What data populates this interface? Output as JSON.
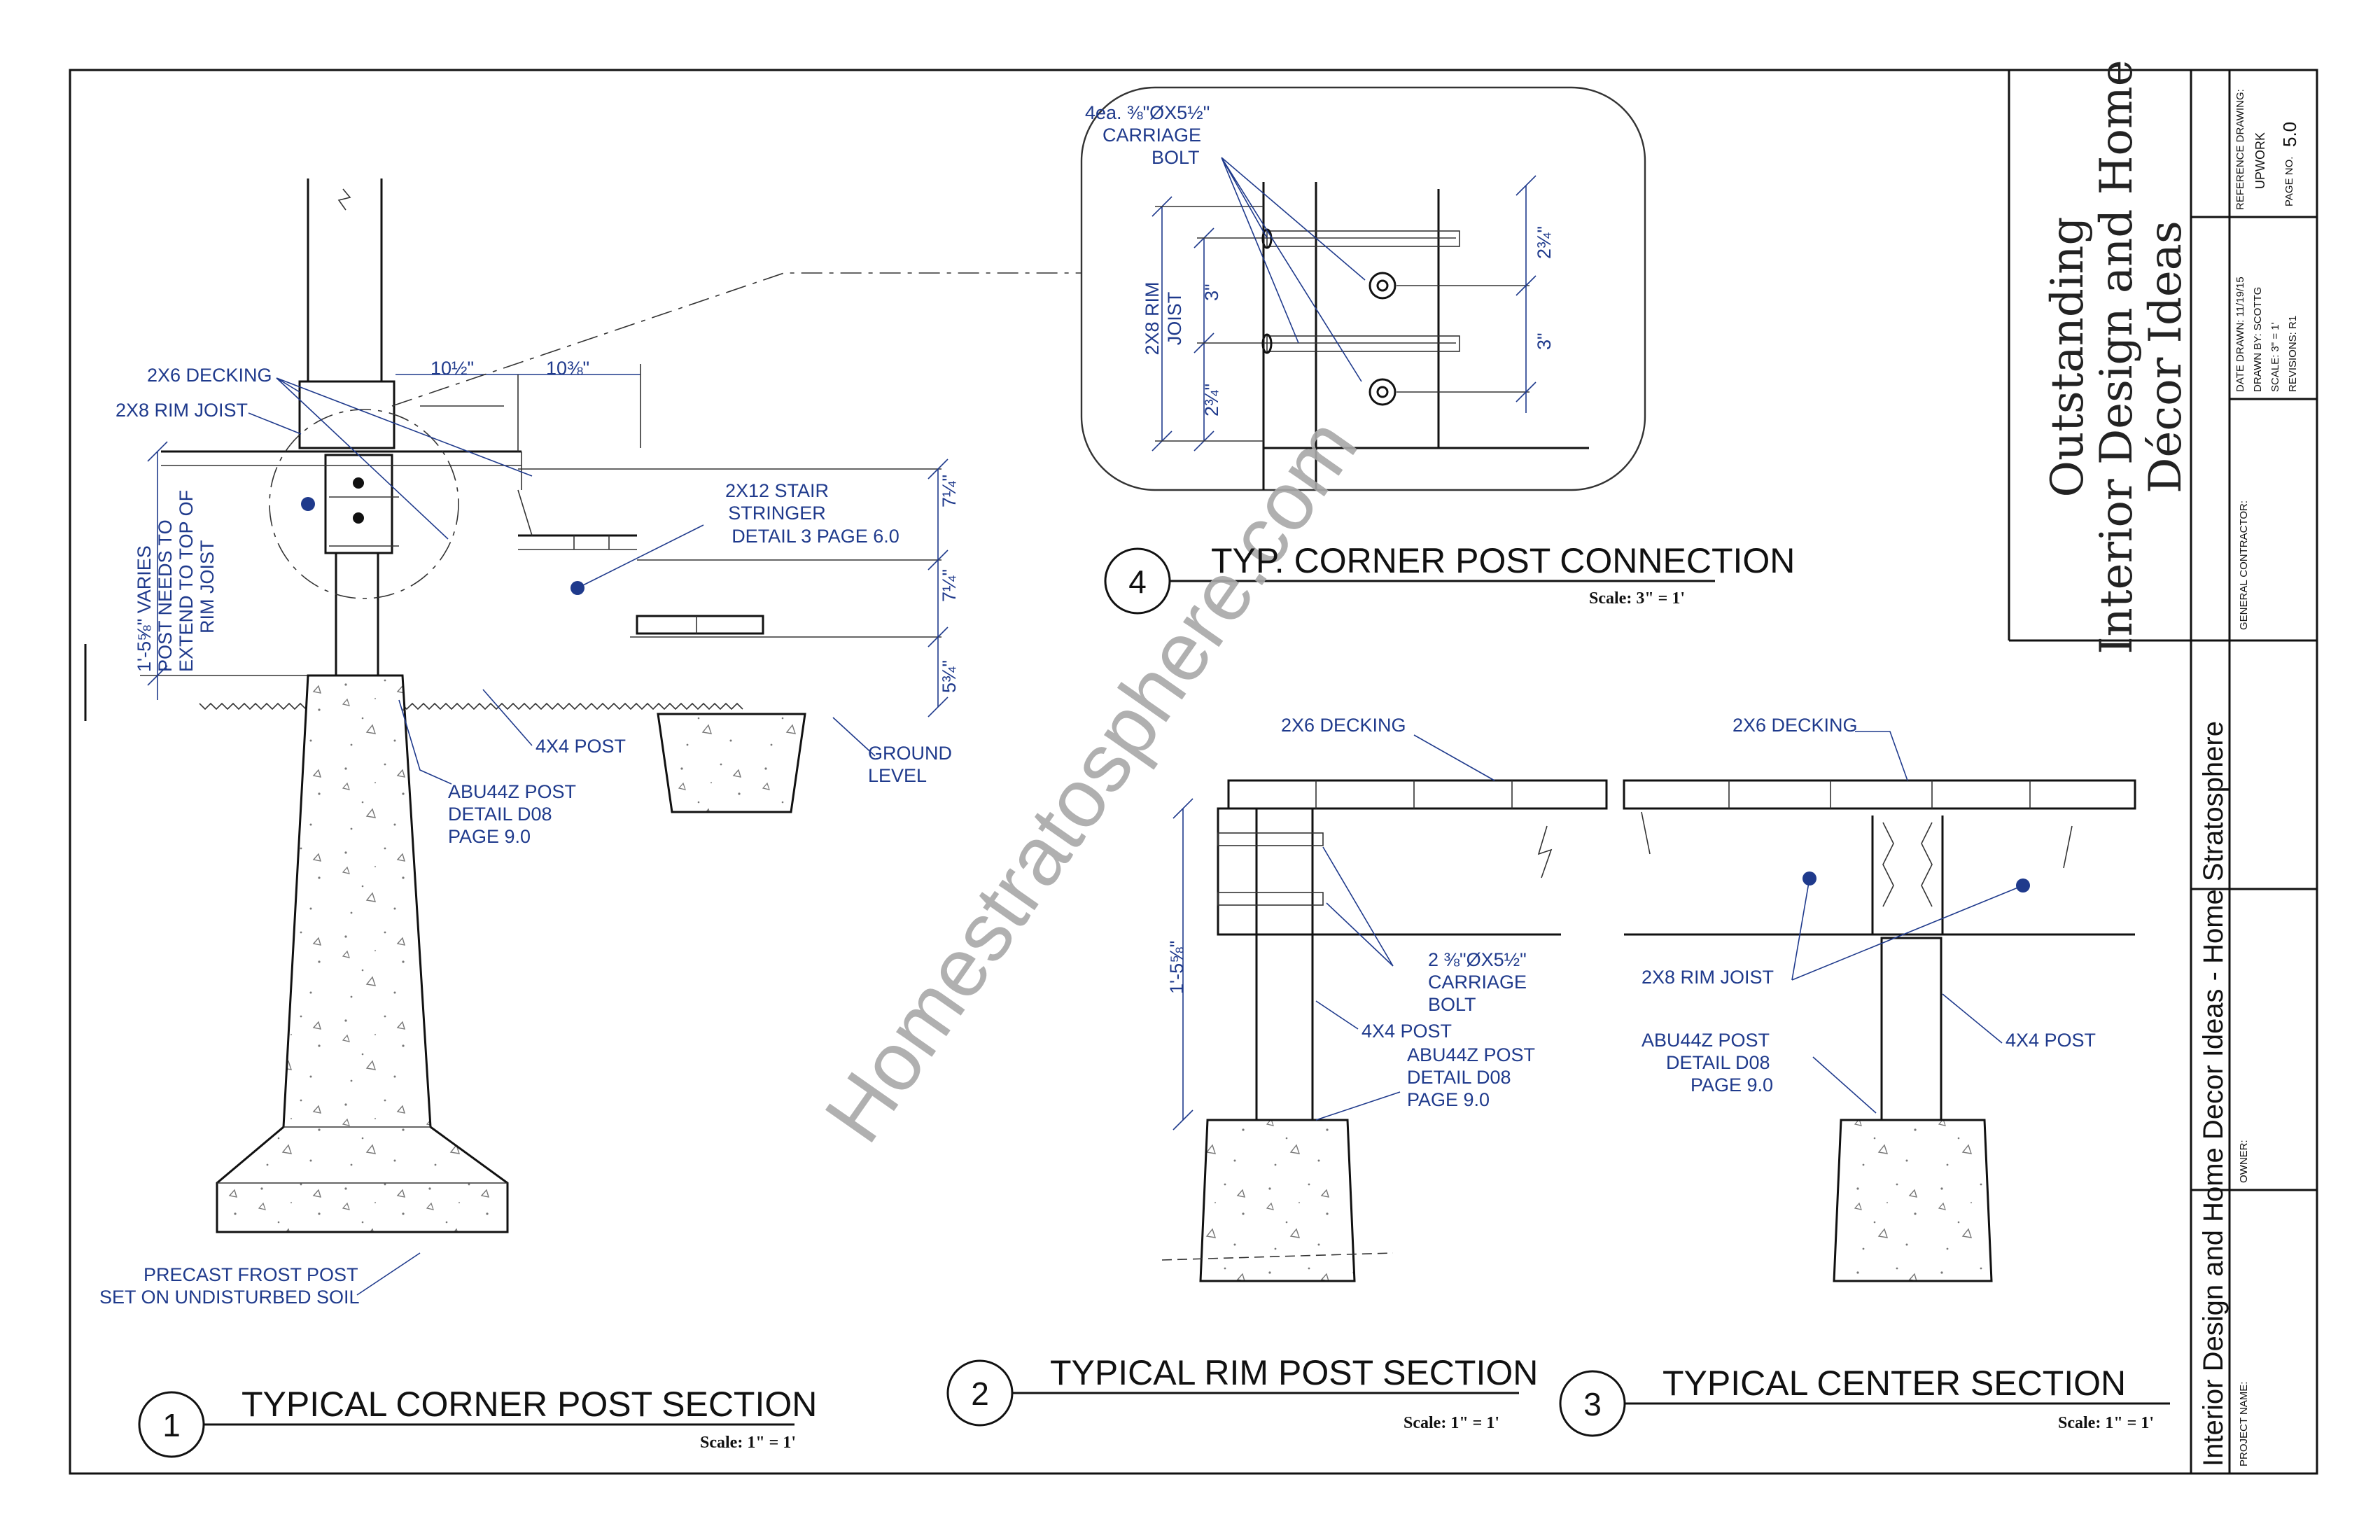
{
  "details": {
    "d1": {
      "num": "1",
      "title": "TYPICAL CORNER  POST SECTION",
      "scale": "Scale: 1\" = 1'"
    },
    "d2": {
      "num": "2",
      "title": "TYPICAL RIM POST SECTION",
      "scale": "Scale: 1\" = 1'"
    },
    "d3": {
      "num": "3",
      "title": "TYPICAL CENTER SECTION",
      "scale": "Scale: 1\" = 1'"
    },
    "d4": {
      "num": "4",
      "title": "TYP. CORNER POST CONNECTION",
      "scale": "Scale:  3\" = 1'"
    }
  },
  "d1_labels": {
    "decking": "2X6 DECKING",
    "rim_joist": "2X8 RIM JOIST",
    "dim_a": "10½\"",
    "dim_b": "10⅜\"",
    "stair_1": "2X12 STAIR",
    "stair_2": "STRINGER",
    "stair_3": "DETAIL 3 PAGE 6.0",
    "varies_1": "1'-5⅝\" VARIES",
    "varies_2": "POST NEEDS TO",
    "varies_3": "EXTEND TO TOP OF",
    "varies_4": "RIM JOIST",
    "dim_r1": "7¼\"",
    "dim_r2": "7¼\"",
    "dim_r3": "5¾\"",
    "post": "4X4 POST",
    "ground_1": "GROUND",
    "ground_2": "LEVEL",
    "abu_1": "ABU44Z POST",
    "abu_2": "DETAIL D08",
    "abu_3": "PAGE 9.0",
    "frost_1": "PRECAST FROST POST",
    "frost_2": "SET ON UNDISTURBED SOIL"
  },
  "d4_labels": {
    "bolt_1": "4ea. ⅜\"ØX5½\"",
    "bolt_2": "CARRIAGE",
    "bolt_3": "BOLT",
    "rim_1": "2X8 RIM",
    "rim_2": "JOIST",
    "dim_3a": "3\"",
    "dim_23a": "2¾\"",
    "dim_23b": "2¾\"",
    "dim_3b": "3\""
  },
  "d2_labels": {
    "decking": "2X6 DECKING",
    "dim": "1'-5⅝\"",
    "bolt_1": "2 ⅜\"ØX5½\"",
    "bolt_2": "CARRIAGE",
    "bolt_3": "BOLT",
    "post": "4X4 POST",
    "abu_1": "ABU44Z POST",
    "abu_2": "DETAIL D08",
    "abu_3": "PAGE 9.0"
  },
  "d3_labels": {
    "decking": "2X6 DECKING",
    "rim": "2X8 RIM JOIST",
    "abu_1": "ABU44Z POST",
    "abu_2": "DETAIL D08",
    "abu_3": "PAGE 9.0",
    "post": "4X4 POST"
  },
  "title_block": {
    "title_1": "Outstanding",
    "title_2": "Interior Design and Home",
    "title_3": "Décor Ideas",
    "ref_label": "REFERENCE DRAWING:",
    "ref_value": "UPWORK",
    "page_label": "PAGE NO.",
    "page_value": "5.0",
    "date": "DATE DRAWN: 11/19/15",
    "drawn_by": "DRAWN BY: SCOTTG",
    "scale": "SCALE: 3\" = 1'",
    "revisions": "REVISIONS: R1",
    "contractor": "GENERAL CONTRACTOR:",
    "owner": "OWNER:",
    "project_label": "PROJECT NAME:",
    "project_name": "Interior Design and Home Decor Ideas - Home Stratosphere"
  },
  "watermark": "Homestratosphere.com",
  "colors": {
    "annotation": "#1f3a8c",
    "linework": "#111111",
    "watermark": "#a8a8a8"
  }
}
